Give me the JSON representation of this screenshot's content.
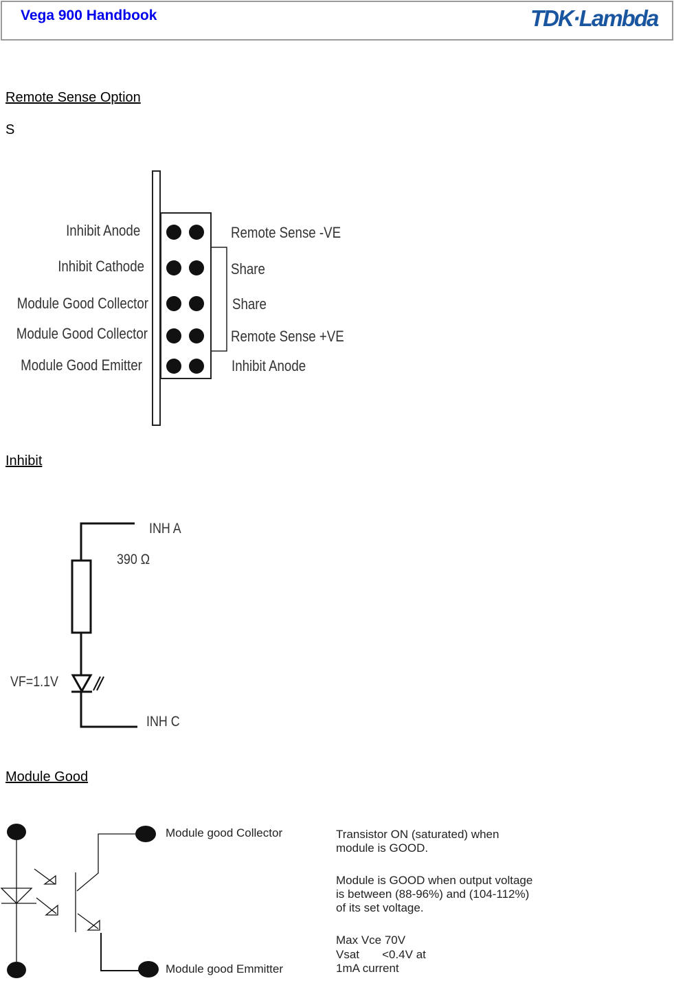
{
  "header": {
    "title": "Vega 900 Handbook",
    "logo": "TDK·Lambda"
  },
  "sections": {
    "remote_sense": "Remote Sense Option",
    "s_text": "S",
    "inhibit": "Inhibit",
    "module_good": "Module Good"
  },
  "connector": {
    "left_labels": [
      "Inhibit Anode",
      "Inhibit Cathode",
      "Module Good Collector",
      "Module Good Collector",
      "Module Good Emitter"
    ],
    "right_labels": [
      "Remote Sense -VE",
      "Share",
      "Share",
      "Remote Sense +VE",
      "Inhibit Anode"
    ]
  },
  "inhibit_circuit": {
    "inh_a": "INH A",
    "resistor": "390 Ω",
    "vf": "VF=1.1V",
    "inh_c": "INH C"
  },
  "module_good_circuit": {
    "collector": "Module good Collector",
    "emitter": "Module good Emmitter",
    "notes": [
      "Transistor ON (saturated) when",
      "module is GOOD.",
      "Module is GOOD when output voltage",
      "is between (88-96%) and (104-112%)",
      "of its set voltage.",
      "Max Vce 70V",
      "Vsat       <0.4V at",
      "1mA current"
    ]
  }
}
